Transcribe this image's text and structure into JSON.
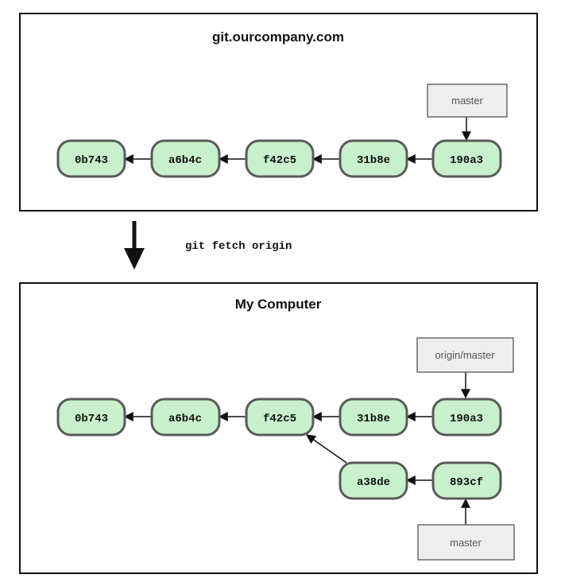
{
  "remote": {
    "title": "git.ourcompany.com",
    "commits": [
      "0b743",
      "a6b4c",
      "f42c5",
      "31b8e",
      "190a3"
    ],
    "refs": [
      "master"
    ]
  },
  "command": "git fetch origin",
  "local": {
    "title": "My Computer",
    "commits": [
      "0b743",
      "a6b4c",
      "f42c5",
      "31b8e",
      "190a3",
      "a38de",
      "893cf"
    ],
    "refs": [
      "origin/master",
      "master"
    ]
  }
}
